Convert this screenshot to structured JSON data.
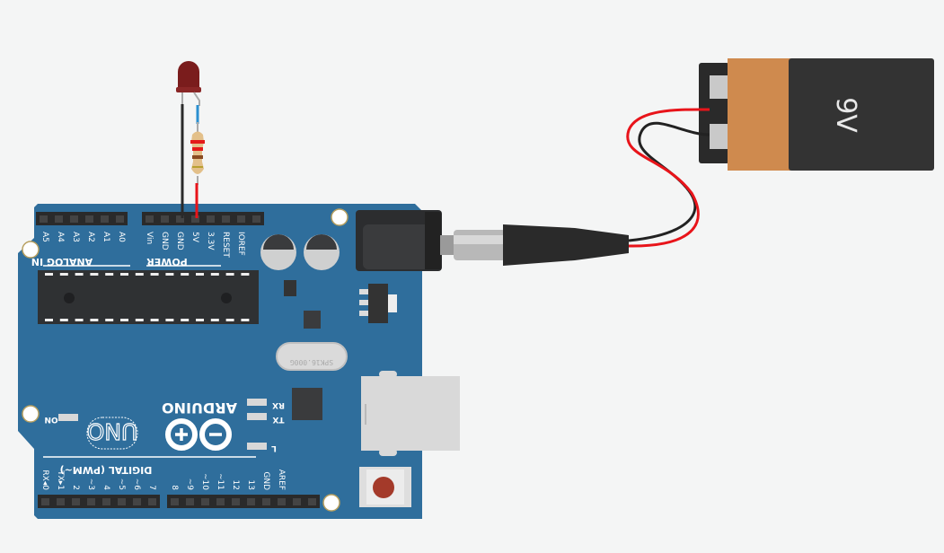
{
  "board": {
    "analog_pins": [
      "A5",
      "A4",
      "A3",
      "A2",
      "A1",
      "A0"
    ],
    "analog_title": "ANALOG IN",
    "power_pins": [
      "Vin",
      "GND",
      "GND",
      "5V",
      "3.3V",
      "RESET",
      "IOREF"
    ],
    "power_title": "POWER",
    "digital_title": "DIGITAL (PWM~)",
    "digital_pins_left": [
      "RX◂0",
      "TX▸1",
      "2",
      "~3",
      "4",
      "~5",
      "~6",
      "7"
    ],
    "digital_pins_right": [
      "8",
      "~9",
      "~10",
      "~11",
      "12",
      "13",
      "GND",
      "AREF"
    ],
    "brand": "ARDUINO",
    "model": "UNO",
    "on_label": "ON",
    "rx_label": "RX",
    "tx_label": "TX",
    "l_label": "L",
    "crystal_label": "SPK16.000G",
    "color": "#2f6e9c"
  },
  "battery": {
    "label": "9V",
    "body_color": "#cf8a4e"
  },
  "wires": {
    "red": "#e8141a",
    "black": "#222222"
  }
}
